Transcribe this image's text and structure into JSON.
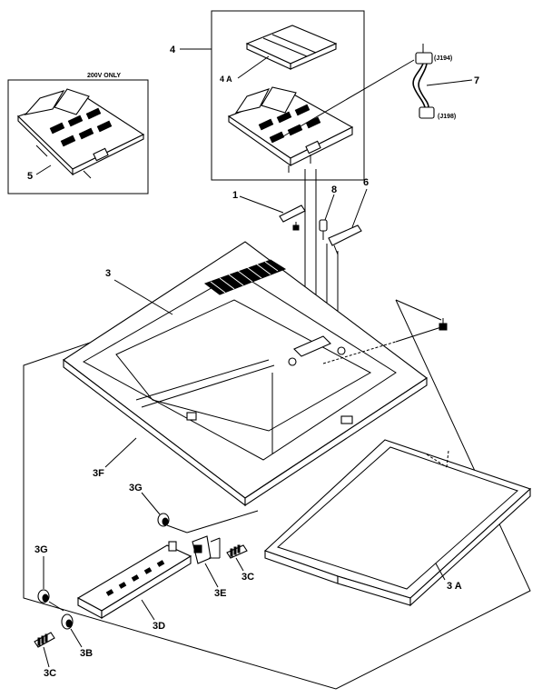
{
  "labels": {
    "n4": "4",
    "n4a": "4 A",
    "n7": "7",
    "j194": "(J194)",
    "j198": "(J198)",
    "v200": "200V ONLY",
    "n5": "5",
    "n1": "1",
    "n8": "8",
    "n6": "6",
    "n3": "3",
    "n3f": "3F",
    "n3g_top": "3G",
    "n3g_left": "3G",
    "n3e": "3E",
    "n3c_right": "3C",
    "n3a": "3 A",
    "n3d": "3D",
    "n3b": "3B",
    "n3c_bottom": "3C"
  },
  "colors": {
    "ink": "#000000",
    "paper": "#ffffff"
  }
}
